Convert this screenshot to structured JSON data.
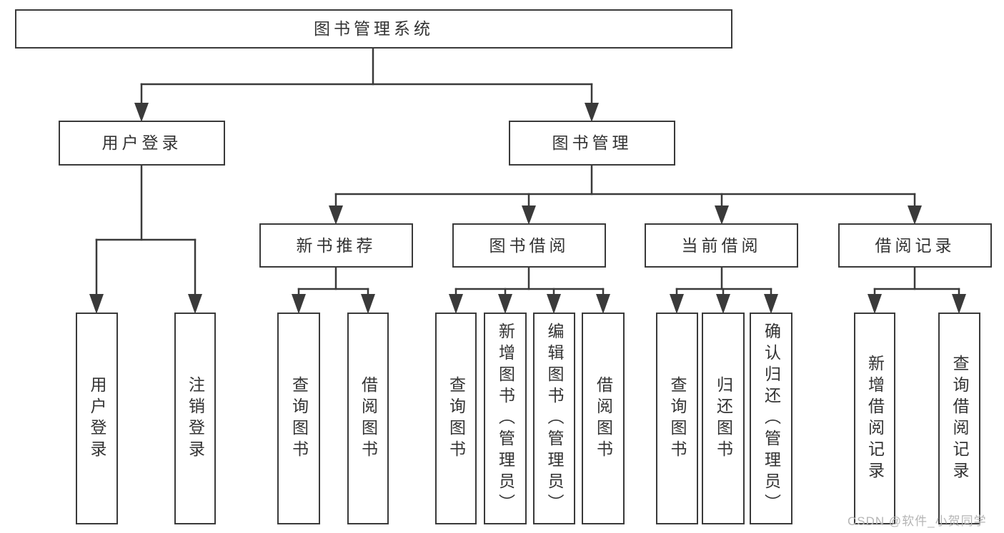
{
  "diagram": {
    "type": "hierarchy-tree",
    "title": "图书管理系统",
    "colors": {
      "line": "#3a3a3a",
      "box_border": "#3a3a3a",
      "box_fill": "#ffffff",
      "text": "#333333",
      "watermark": "#b5b5b5"
    }
  },
  "nodes": {
    "root": {
      "label": "图书管理系统"
    },
    "user_login": {
      "label": "用户登录"
    },
    "book_mgmt": {
      "label": "图书管理"
    },
    "new_book_rec": {
      "label": "新书推荐"
    },
    "book_borrow": {
      "label": "图书借阅"
    },
    "current_borrow": {
      "label": "当前借阅"
    },
    "borrow_records": {
      "label": "借阅记录"
    },
    "leaf_user_login": {
      "label": "用户登录"
    },
    "leaf_logout": {
      "label": "注销登录"
    },
    "leaf_nbr_query": {
      "label": "查询图书"
    },
    "leaf_nbr_borrow": {
      "label": "借阅图书"
    },
    "leaf_bb_query": {
      "label": "查询图书"
    },
    "leaf_bb_add": {
      "label": "新增图书（管理员）"
    },
    "leaf_bb_edit": {
      "label": "编辑图书（管理员）"
    },
    "leaf_bb_borrow": {
      "label": "借阅图书"
    },
    "leaf_cb_query": {
      "label": "查询图书"
    },
    "leaf_cb_return": {
      "label": "归还图书"
    },
    "leaf_cb_confirm": {
      "label": "确认归还（管理员）"
    },
    "leaf_br_add": {
      "label": "新增借阅记录"
    },
    "leaf_br_query": {
      "label": "查询借阅记录"
    }
  },
  "watermark": {
    "text": "CSDN @软件_小贺同学"
  }
}
